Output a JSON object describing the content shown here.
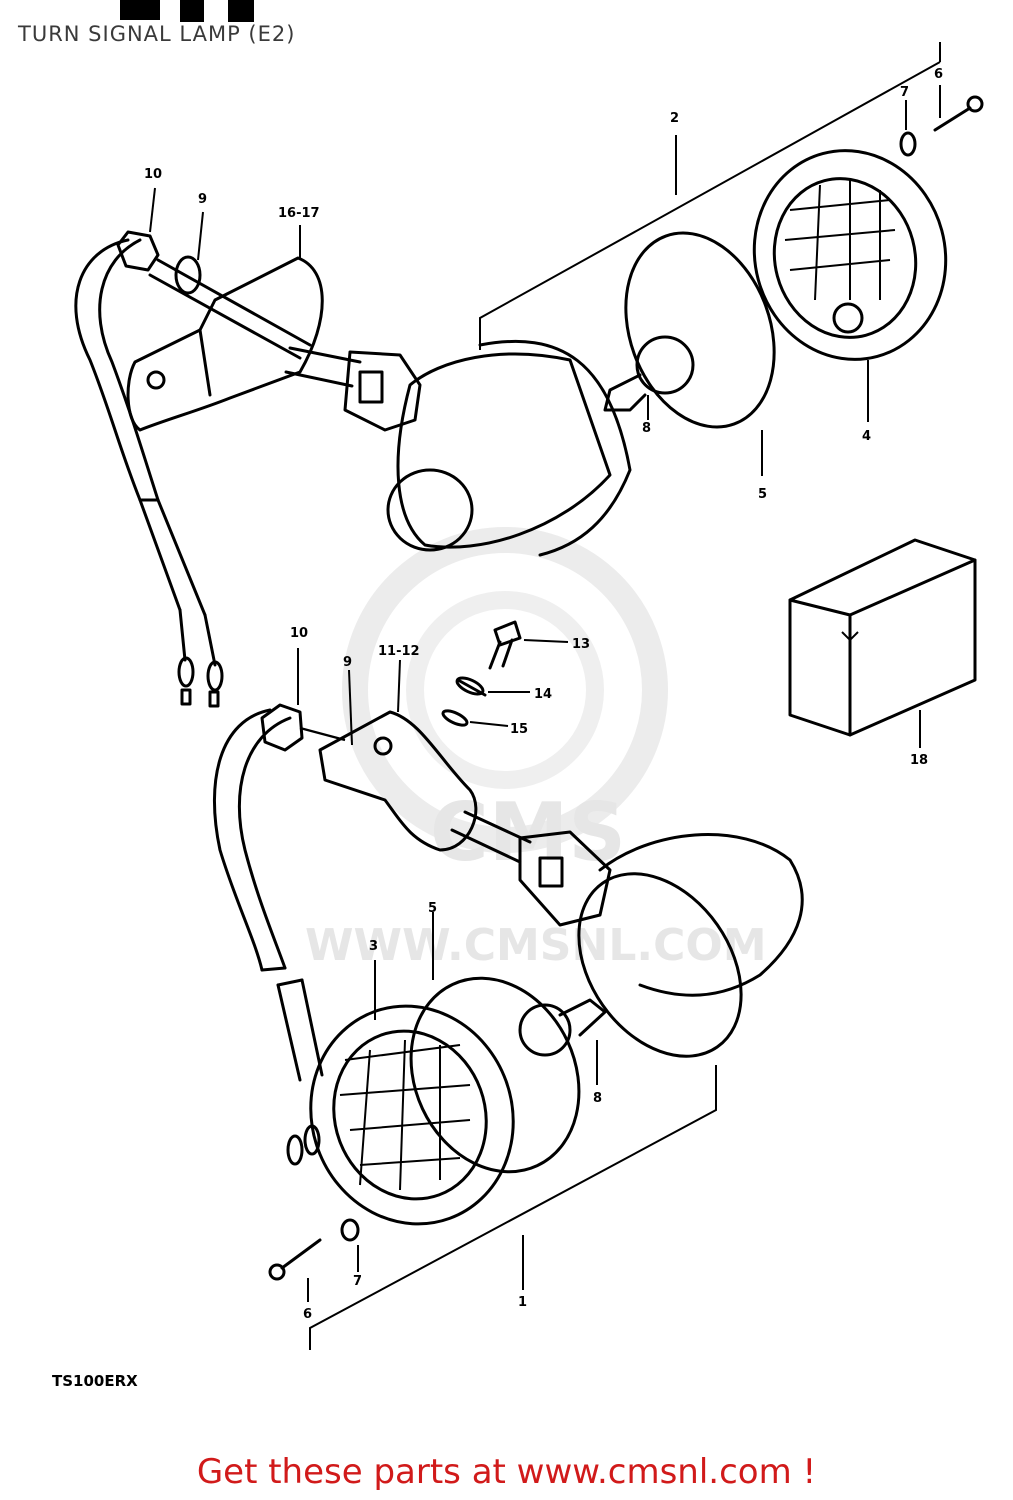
{
  "title": "TURN SIGNAL LAMP (E2)",
  "model_code": "TS100ERX",
  "footer": "Get these parts at www.cmsnl.com !",
  "watermark": {
    "logo_text": "CMS",
    "url_text": "WWW.CMSNL.COM"
  },
  "callouts": {
    "c1": "1",
    "c2": "2",
    "c3": "3",
    "c4": "4",
    "c5a": "5",
    "c5b": "5",
    "c6a": "6",
    "c6b": "6",
    "c7a": "7",
    "c7b": "7",
    "c8a": "8",
    "c8b": "8",
    "c9a": "9",
    "c9b": "9",
    "c10a": "10",
    "c10b": "10",
    "c11": "11-12",
    "c13": "13",
    "c14": "14",
    "c15": "15",
    "c16": "16-17",
    "c18": "18"
  },
  "colors": {
    "footer": "#d11a1a",
    "title": "#3a3a3a",
    "watermark": "#e6e6e6"
  }
}
